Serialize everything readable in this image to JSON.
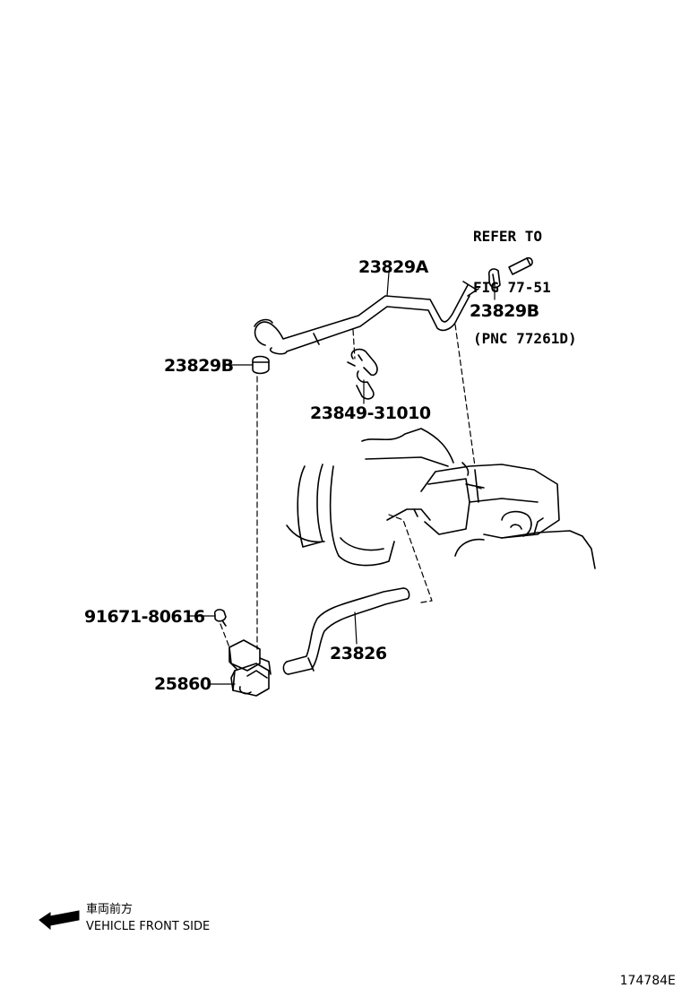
{
  "parts": [
    {
      "id": "hose-upper",
      "label": "23829A"
    },
    {
      "id": "clip-right",
      "label": "23829B"
    },
    {
      "id": "clip-left",
      "label": "23829B"
    },
    {
      "id": "hose-clamp",
      "label": "23849-31010"
    },
    {
      "id": "bolt",
      "label": "91671-80616"
    },
    {
      "id": "hose-lower",
      "label": "23826"
    },
    {
      "id": "vsv-valve",
      "label": "25860"
    }
  ],
  "reference": {
    "line1": "REFER TO",
    "line2": "FIG 77-51",
    "line3": "(PNC 77261D)"
  },
  "legend": {
    "japanese": "車両前方",
    "english": "VEHICLE FRONT SIDE"
  },
  "figure_number": "174784E"
}
